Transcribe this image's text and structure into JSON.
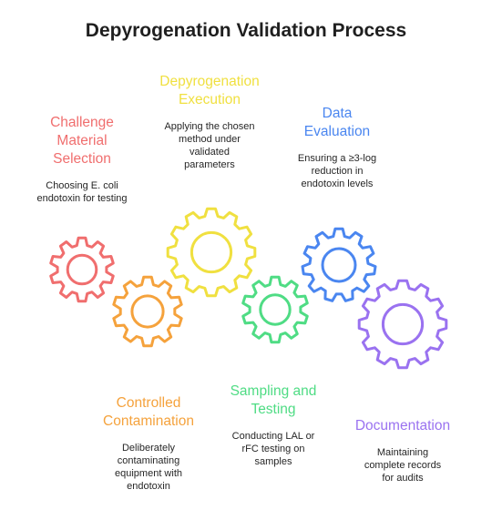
{
  "title": "Depyrogenation Validation Process",
  "steps": [
    {
      "id": "challenge-material-selection",
      "heading": [
        "Challenge",
        "Material",
        "Selection"
      ],
      "description": [
        "Choosing E. coli",
        "endotoxin for testing"
      ],
      "color": "#f06e6e"
    },
    {
      "id": "controlled-contamination",
      "heading": [
        "Controlled",
        "Contamination"
      ],
      "description": [
        "Deliberately",
        "contaminating",
        "equipment with",
        "endotoxin"
      ],
      "color": "#f5a23c"
    },
    {
      "id": "depyrogenation-execution",
      "heading": [
        "Depyrogenation",
        "Execution"
      ],
      "description": [
        "Applying the chosen",
        "method under",
        "validated",
        "parameters"
      ],
      "color": "#f0e040"
    },
    {
      "id": "sampling-and-testing",
      "heading": [
        "Sampling and",
        "Testing"
      ],
      "description": [
        "Conducting LAL or",
        "rFC testing on",
        "samples"
      ],
      "color": "#4fdc84"
    },
    {
      "id": "data-evaluation",
      "heading": [
        "Data",
        "Evaluation"
      ],
      "description": [
        "Ensuring a ≥3-log",
        "reduction in",
        "endotoxin levels"
      ],
      "color": "#4a86f0"
    },
    {
      "id": "documentation",
      "heading": [
        "Documentation"
      ],
      "description": [
        "Maintaining",
        "complete records",
        "for audits"
      ],
      "color": "#9a72f0"
    }
  ]
}
